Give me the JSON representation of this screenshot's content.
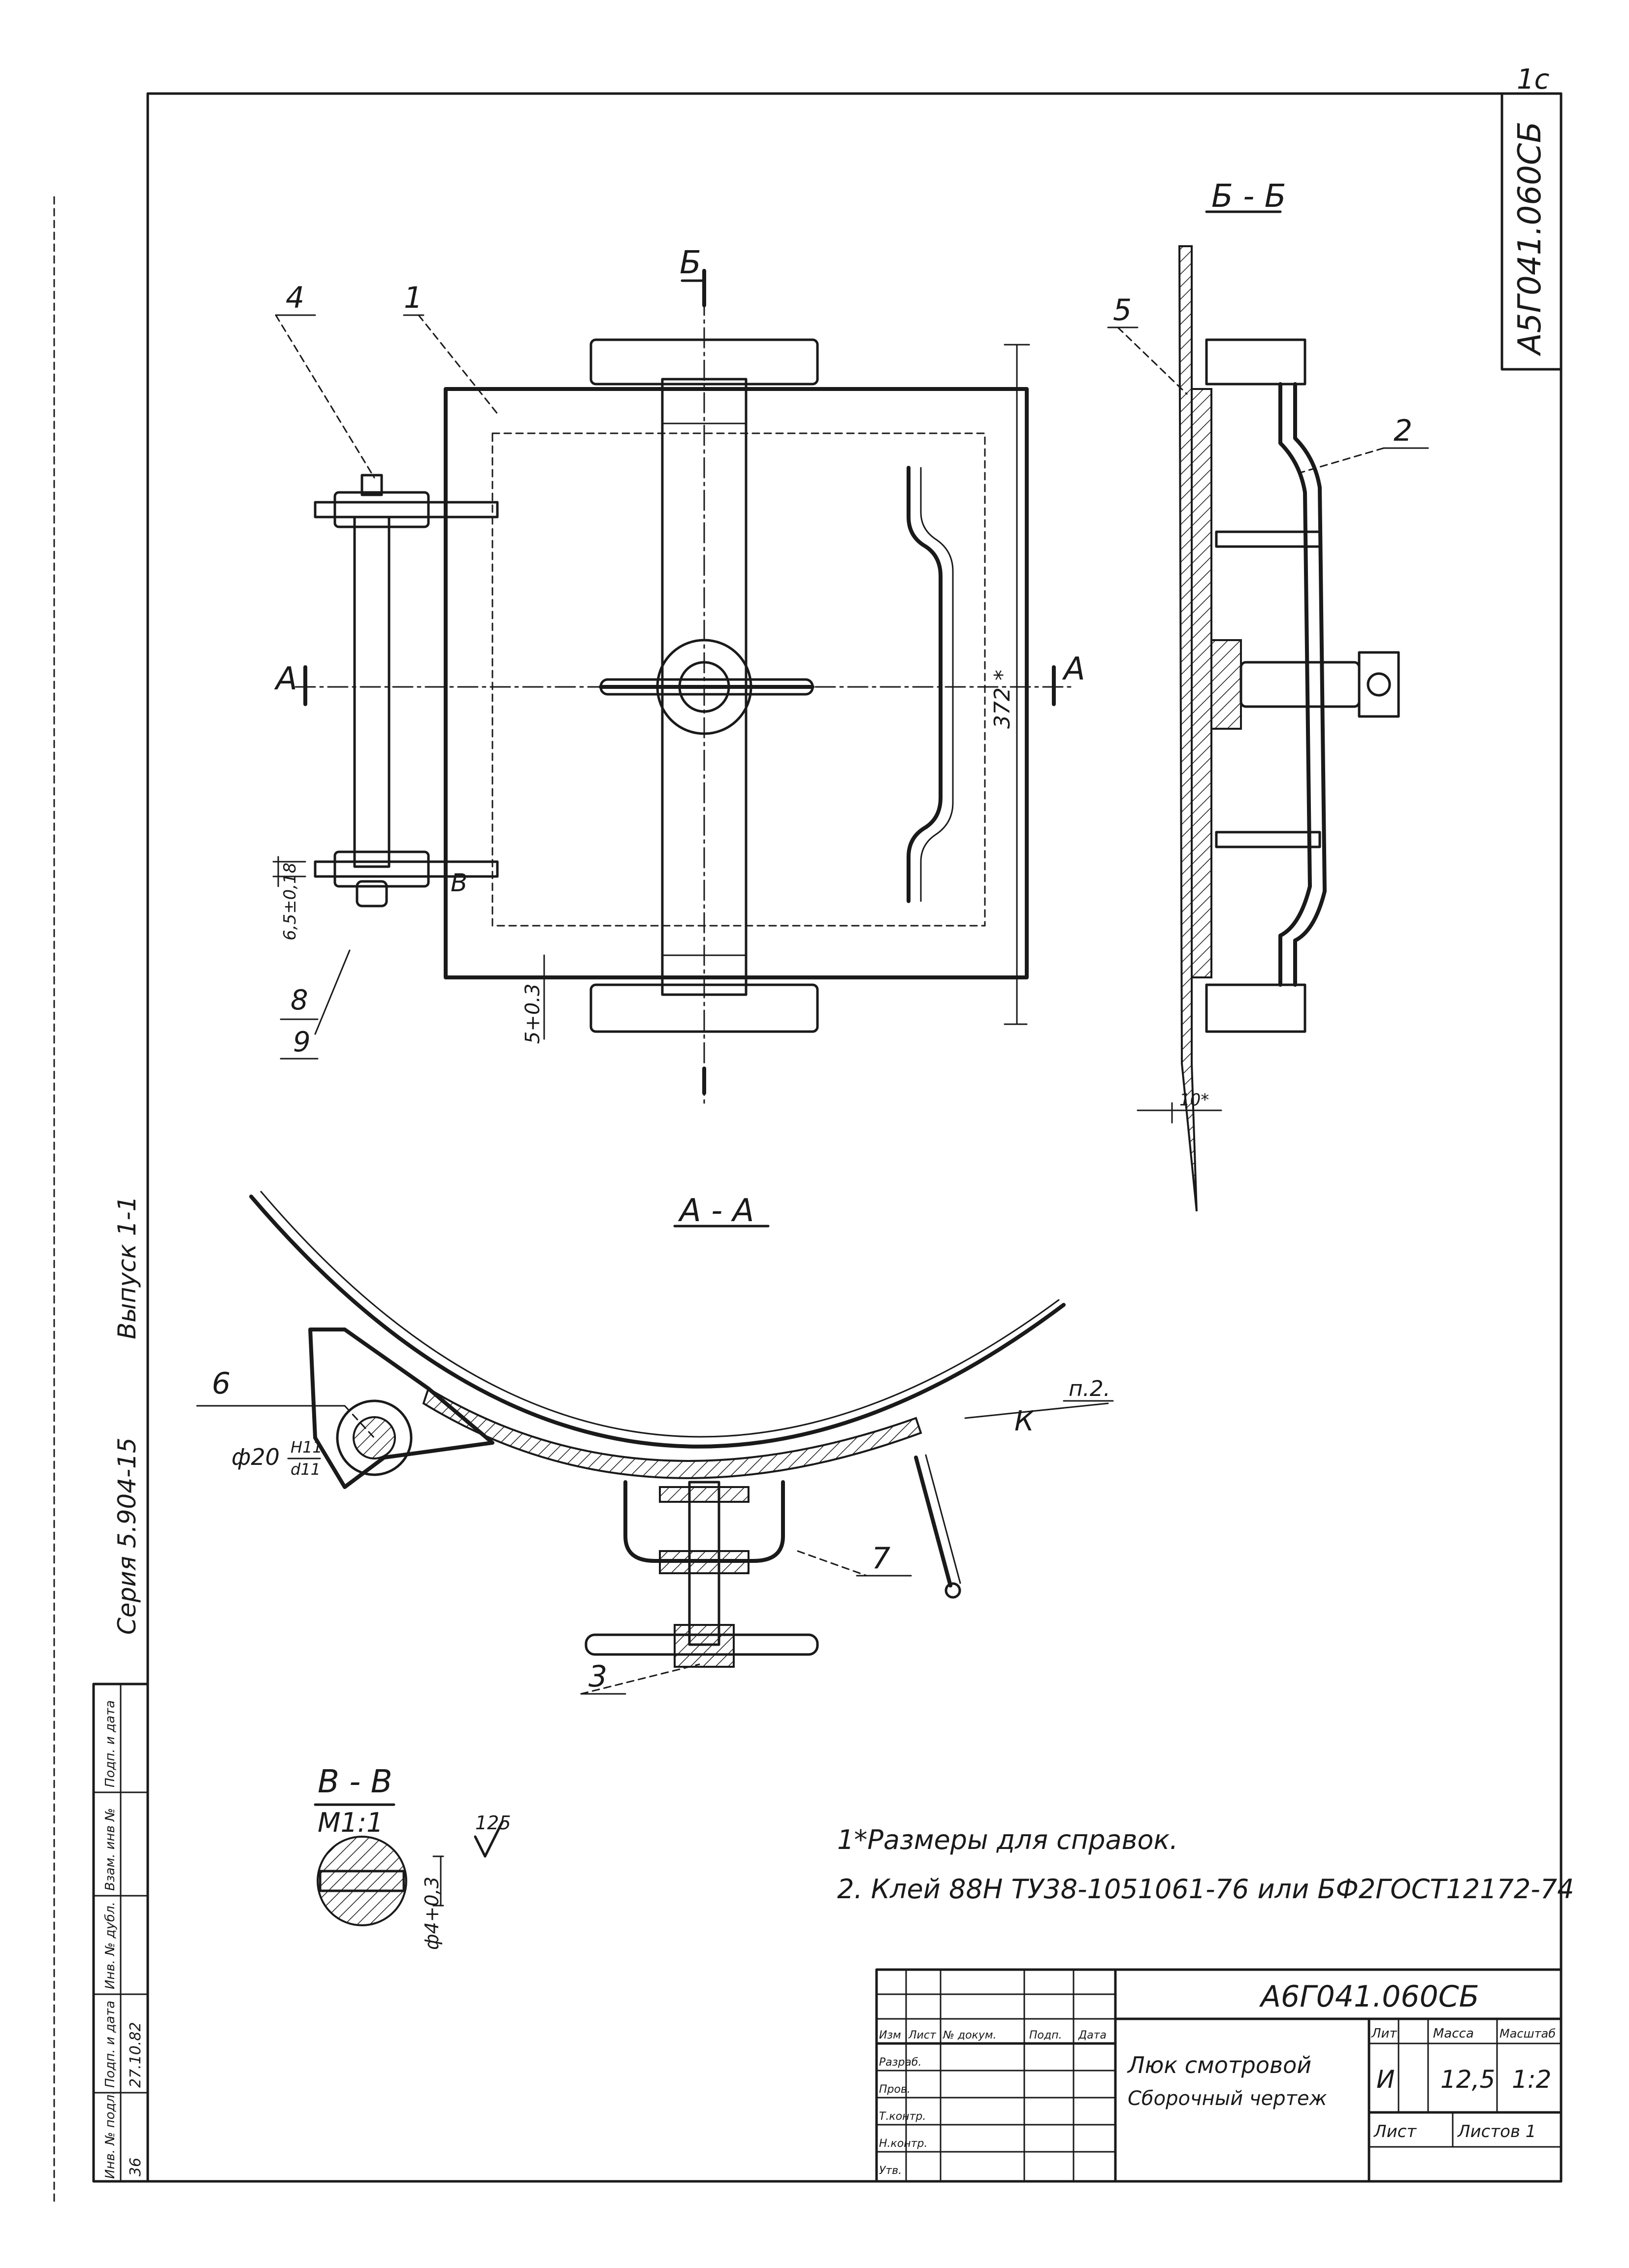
{
  "sheet": {
    "rotated_code": "А5Г041.060СБ",
    "corner_mark": "1с"
  },
  "views": {
    "section_bb_title": "Б - Б",
    "section_aa_title": "А - А",
    "section_vv_title": "В - В",
    "section_vv_scale": "М1:1",
    "cut_label_b": "Б",
    "cut_label_a_left": "А",
    "cut_label_a_right": "А"
  },
  "callouts": {
    "p1": "1",
    "p2": "2",
    "p3": "3",
    "p4": "4",
    "p5": "5",
    "p6": "6",
    "p7": "7",
    "p8": "8",
    "p9": "9",
    "k": "К",
    "note_ref": "п.2.",
    "v_mark": "В"
  },
  "dimensions": {
    "d372": "372 *",
    "d5": "5+0.3",
    "d65": "6,5±0,18",
    "d10": "10*",
    "phi20": "ф20",
    "fit_h11": "H11",
    "fit_d11": "d11",
    "phi4": "ф4+0,3",
    "roughness": "125"
  },
  "notes": {
    "n1": "1*Размеры для справок.",
    "n2": "2. Клей 88Н  ТУ38-1051061-76  или  БФ2ГОСТ12172-74"
  },
  "side_strip": {
    "series": "Серия  5.904-15",
    "issue": "Выпуск  1-1",
    "stamp_labels": [
      "Подп. и дата",
      "Взам. инв №",
      "Инв. № дубл.",
      "Подп. и дата",
      "Инв. № подл."
    ],
    "stamp_value_date": "27.10.82",
    "stamp_value_no": "36"
  },
  "title_block": {
    "code": "А6Г041.060СБ",
    "name_line1": "Люк  смотровой",
    "name_line2": "Сборочный  чертеж",
    "col_headers": [
      "Изм",
      "Лист",
      "№ докум.",
      "Подп.",
      "Дата"
    ],
    "row_labels": [
      "Разраб.",
      "Пров.",
      "Т.контр.",
      "Н.контр.",
      "Утв."
    ],
    "lit_header": "Лит.",
    "mass_header": "Масса",
    "scale_header": "Масштаб",
    "lit_value": "И",
    "mass_value": "12,5",
    "scale_value": "1:2",
    "sheet_label": "Лист",
    "sheets_label": "Листов 1"
  }
}
